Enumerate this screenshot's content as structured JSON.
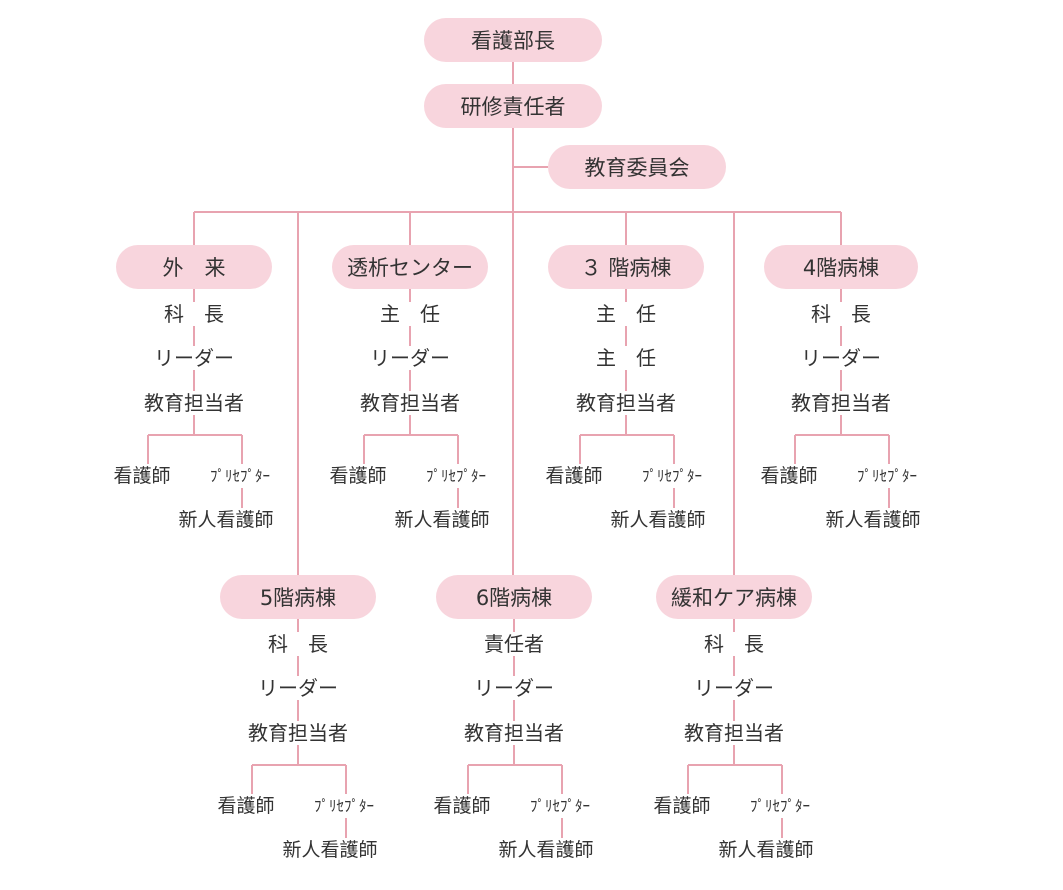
{
  "top": {
    "head_nurse": "看護部長",
    "training_lead": "研修責任者",
    "committee": "教育委員会"
  },
  "units": [
    {
      "id": "gairai",
      "name": "外　来",
      "roles": [
        "科　長",
        "リーダー",
        "教育担当者"
      ],
      "staff": "看護師",
      "preceptor": "ﾌﾟﾘｾﾌﾟﾀｰ",
      "new_nurse": "新人看護師"
    },
    {
      "id": "touseki",
      "name": "透析センター",
      "roles": [
        "主　任",
        "リーダー",
        "教育担当者"
      ],
      "staff": "看護師",
      "preceptor": "ﾌﾟﾘｾﾌﾟﾀｰ",
      "new_nurse": "新人看護師"
    },
    {
      "id": "ward3",
      "name": "３ 階病棟",
      "roles": [
        "主　任",
        "主　任",
        "教育担当者"
      ],
      "staff": "看護師",
      "preceptor": "ﾌﾟﾘｾﾌﾟﾀｰ",
      "new_nurse": "新人看護師"
    },
    {
      "id": "ward4",
      "name": "4階病棟",
      "roles": [
        "科　長",
        "リーダー",
        "教育担当者"
      ],
      "staff": "看護師",
      "preceptor": "ﾌﾟﾘｾﾌﾟﾀｰ",
      "new_nurse": "新人看護師"
    },
    {
      "id": "ward5",
      "name": "5階病棟",
      "roles": [
        "科　長",
        "リーダー",
        "教育担当者"
      ],
      "staff": "看護師",
      "preceptor": "ﾌﾟﾘｾﾌﾟﾀｰ",
      "new_nurse": "新人看護師"
    },
    {
      "id": "ward6",
      "name": "6階病棟",
      "roles": [
        "責任者",
        "リーダー",
        "教育担当者"
      ],
      "staff": "看護師",
      "preceptor": "ﾌﾟﾘｾﾌﾟﾀｰ",
      "new_nurse": "新人看護師"
    },
    {
      "id": "kanwa",
      "name": "緩和ケア病棟",
      "roles": [
        "科　長",
        "リーダー",
        "教育担当者"
      ],
      "staff": "看護師",
      "preceptor": "ﾌﾟﾘｾﾌﾟﾀｰ",
      "new_nurse": "新人看護師"
    }
  ],
  "colors": {
    "pill": "#f8d5dd",
    "line": "#e8a3b0",
    "text": "#333333"
  }
}
